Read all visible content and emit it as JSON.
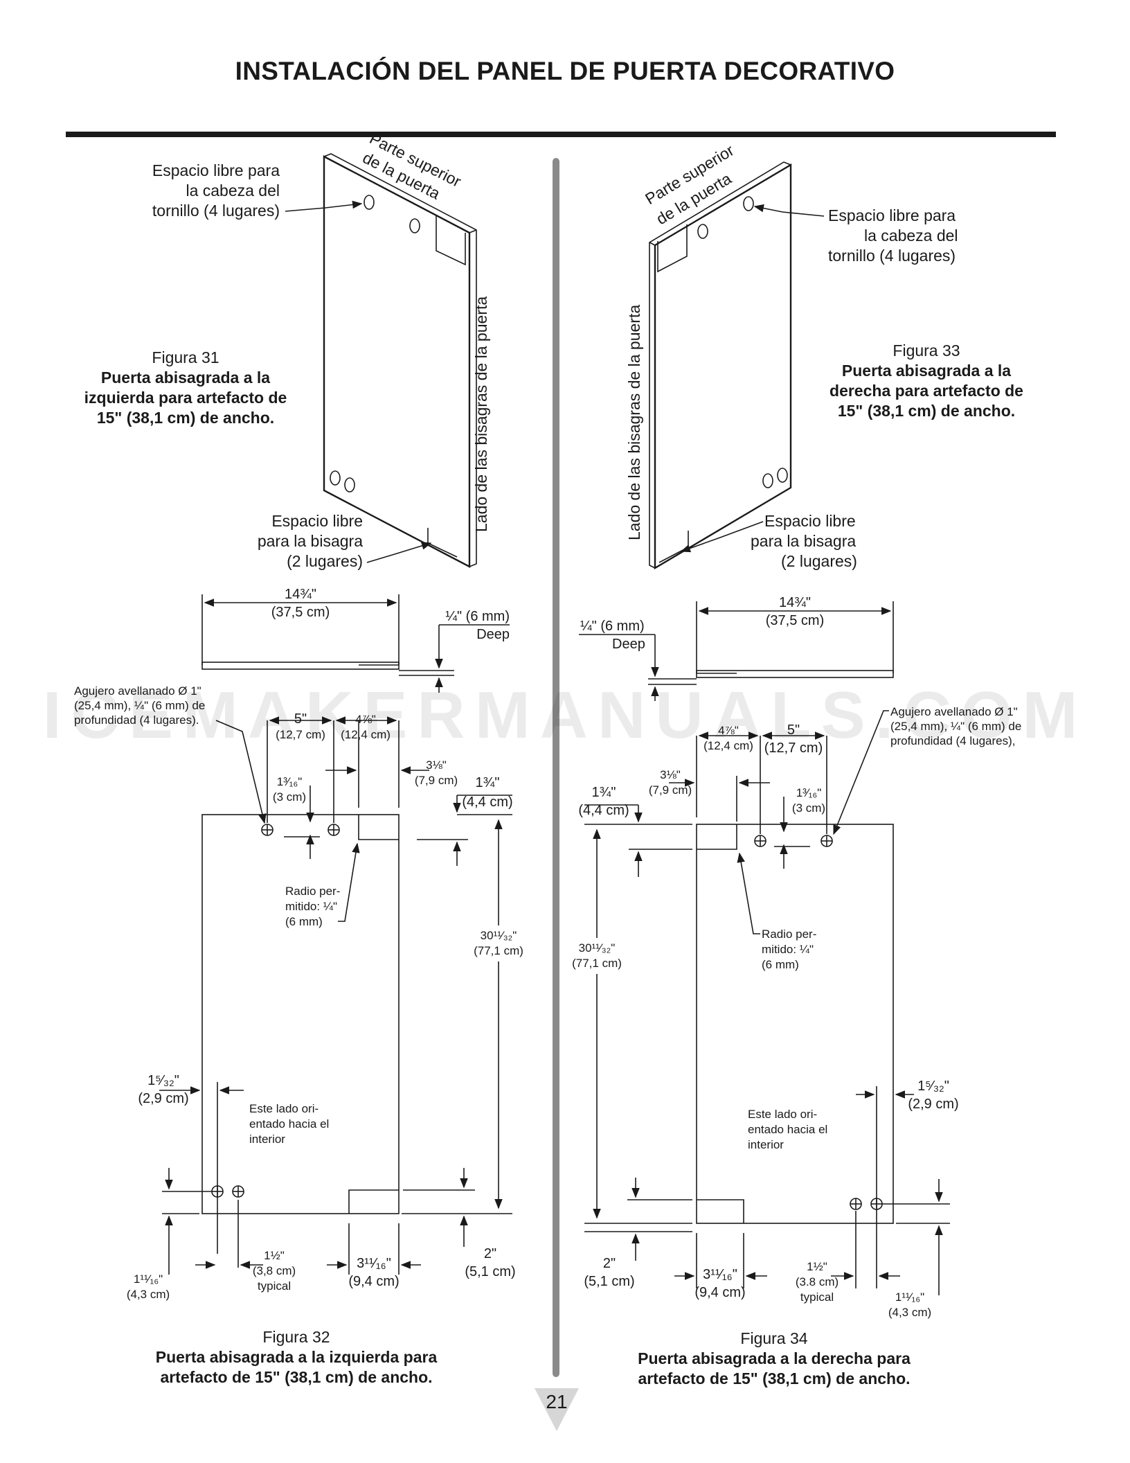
{
  "title": "INSTALACIÓN DEL PANEL DE PUERTA DECORATIVO",
  "watermark": "ICEMAKERMANUALS.COM",
  "page_number": "21",
  "fig31": {
    "top_label": [
      "Parte superior",
      "de la puerta"
    ],
    "side_label": "Lado de las bisagras de la puerta",
    "screw_callout": [
      "Espacio libre para",
      "la cabeza del",
      "tornillo (4 lugares)"
    ],
    "hinge_callout": [
      "Espacio libre",
      "para la bisagra",
      "(2 lugares)"
    ],
    "caption_number": "Figura 31",
    "caption_text": [
      "Puerta abisagrada a la",
      "izquierda para artefacto de",
      "15\" (38,1 cm) de ancho."
    ]
  },
  "fig33": {
    "top_label": [
      "Parte superior",
      "de la puerta"
    ],
    "side_label": "Lado de las bisagras de la puerta",
    "screw_callout": [
      "Espacio libre para",
      "la cabeza del",
      "tornillo (4 lugares)"
    ],
    "hinge_callout": [
      "Espacio libre",
      "para la bisagra",
      "(2 lugares)"
    ],
    "caption_number": "Figura 33",
    "caption_text": [
      "Puerta abisagrada a la",
      "derecha para artefacto de",
      "15\" (38,1 cm) de ancho."
    ]
  },
  "fig32": {
    "width_in": "14¾\"",
    "width_cm": "(37,5 cm)",
    "depth_in": "¼\" (6 mm)",
    "depth_word": "Deep",
    "hole_callout": [
      "Agujero avellanado Ø 1\"",
      "(25,4 mm), ¼\" (6 mm) de",
      "profundidad (4 lugares)."
    ],
    "dim_5_in": "5\"",
    "dim_5_cm": "(12,7 cm)",
    "dim_478_in": "4⅞\"",
    "dim_478_cm": "(12,4 cm)",
    "dim_318_in": "3⅛\"",
    "dim_318_cm": "(7,9 cm)",
    "dim_134_in": "1¾\"",
    "dim_134_cm": "(4,4 cm)",
    "dim_1316_in": "1³⁄₁₆\"",
    "dim_1316_cm": "(3 cm)",
    "radius_label": [
      "Radio per-",
      "mitido: ¼\"",
      "(6 mm)"
    ],
    "dim_height_in": "30¹¹⁄₃₂\"",
    "dim_height_cm": "(77,1 cm)",
    "dim_1532_in": "1⁵⁄₃₂\"",
    "dim_1532_cm": "(2,9 cm)",
    "inside_label": [
      "Este lado ori-",
      "entado hacia el",
      "interior"
    ],
    "dim_2_in": "2\"",
    "dim_2_cm": "(5,1 cm)",
    "dim_11116_in": "1¹¹⁄₁₆\"",
    "dim_11116_cm": "(4,3 cm)",
    "dim_112_in": "1½\"",
    "dim_112_cm": "(3,8 cm)",
    "dim_112_word": "typical",
    "dim_31116_in": "3¹¹⁄₁₆\"",
    "dim_31116_cm": "(9,4 cm)",
    "caption_number": "Figura 32",
    "caption_text": [
      "Puerta abisagrada a la izquierda para",
      "artefacto de 15\" (38,1 cm) de ancho."
    ]
  },
  "fig34": {
    "width_in": "14¾\"",
    "width_cm": "(37,5 cm)",
    "depth_in": "¼\" (6 mm)",
    "depth_word": "Deep",
    "hole_callout": [
      "Agujero avellanado Ø 1\"",
      "(25,4 mm), ¼\" (6 mm) de",
      "profundidad (4 lugares),"
    ],
    "dim_5_in": "5\"",
    "dim_5_cm": "(12,7 cm)",
    "dim_478_in": "4⅞\"",
    "dim_478_cm": "(12,4 cm)",
    "dim_318_in": "3⅛\"",
    "dim_318_cm": "(7,9 cm)",
    "dim_134_in": "1¾\"",
    "dim_134_cm": "(4,4 cm)",
    "dim_1316_in": "1³⁄₁₆\"",
    "dim_1316_cm": "(3 cm)",
    "radius_label": [
      "Radio per-",
      "mitido: ¼\"",
      "(6 mm)"
    ],
    "dim_height_in": "30¹¹⁄₃₂\"",
    "dim_height_cm": "(77,1 cm)",
    "dim_1532_in": "1⁵⁄₃₂\"",
    "dim_1532_cm": "(2,9 cm)",
    "inside_label": [
      "Este lado ori-",
      "entado hacia el",
      "interior"
    ],
    "dim_2_in": "2\"",
    "dim_2_cm": "(5,1 cm)",
    "dim_11116_in": "1¹¹⁄₁₆\"",
    "dim_11116_cm": "(4,3 cm)",
    "dim_112_in": "1½\"",
    "dim_112_cm": "(3.8 cm)",
    "dim_112_word": "typical",
    "dim_31116_in": "3¹¹⁄₁₆\"",
    "dim_31116_cm": "(9,4 cm)",
    "caption_number": "Figura 34",
    "caption_text": [
      "Puerta abisagrada a la derecha para",
      "artefacto de 15\" (38,1 cm) de ancho."
    ]
  }
}
